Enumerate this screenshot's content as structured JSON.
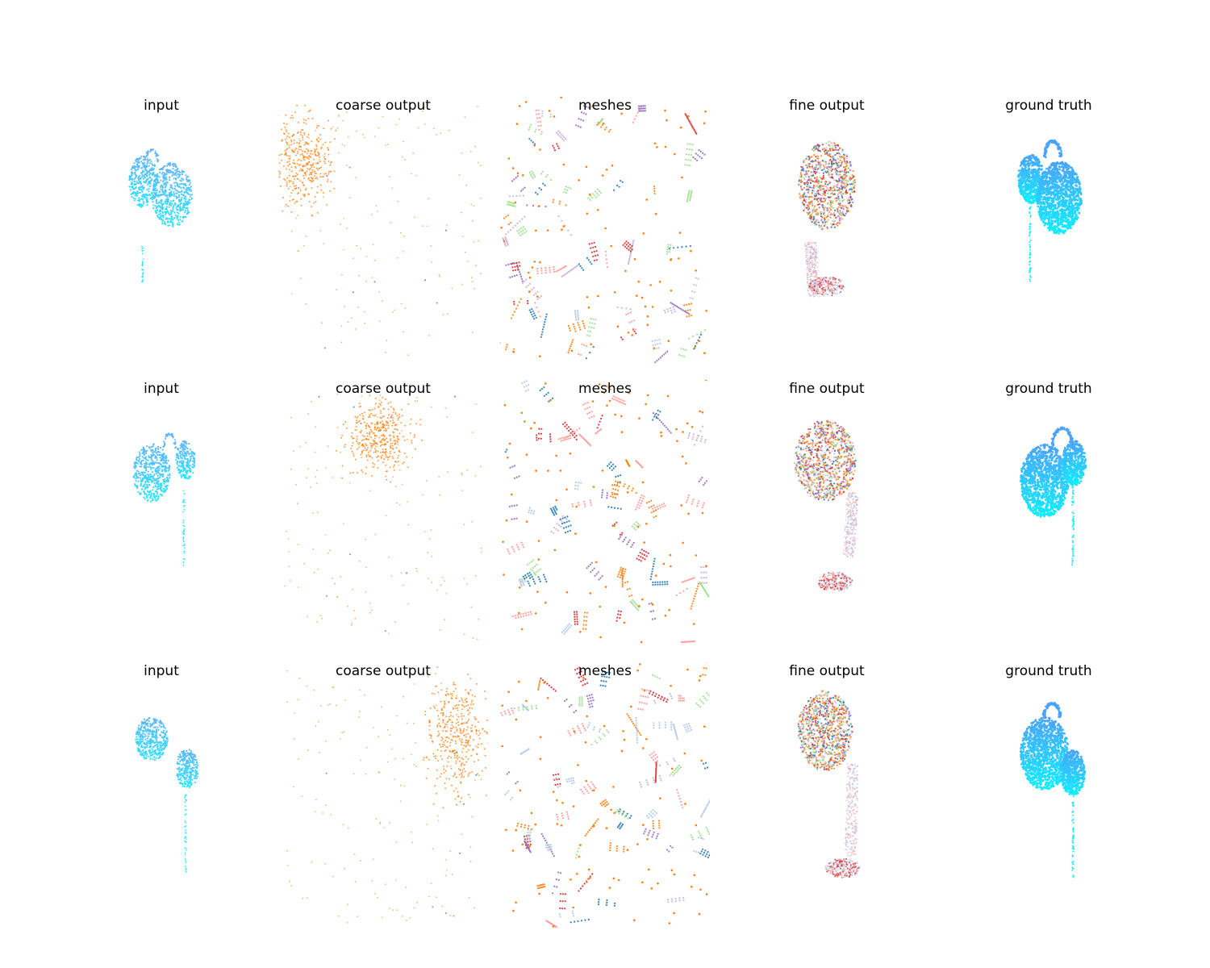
{
  "chart_data": {
    "type": "scatter",
    "description_free": true,
    "columns": [
      "input",
      "coarse output",
      "meshes",
      "fine output",
      "ground truth"
    ],
    "rows": 3,
    "axes_visible": false,
    "colors": {
      "input_hi": "#5fb3ff",
      "input_lo": "#2ee6ff",
      "coarse": "#ff7f0e",
      "meshes": [
        "#ff7f0e",
        "#9467bd",
        "#d62728",
        "#ff9896",
        "#aec7e8",
        "#c5b0d5",
        "#98df8a",
        "#1f77b4"
      ],
      "truth_hi": "#4aa3ff",
      "truth_lo": "#10eeff"
    },
    "panels": [
      {
        "row": 1,
        "titles": [
          "input",
          "coarse output",
          "meshes",
          "fine output",
          "ground truth"
        ]
      },
      {
        "row": 2,
        "titles": [
          "input",
          "coarse output",
          "meshes",
          "fine output",
          "ground truth"
        ]
      },
      {
        "row": 3,
        "titles": [
          "input",
          "coarse output",
          "meshes",
          "fine output",
          "ground truth"
        ]
      }
    ]
  }
}
